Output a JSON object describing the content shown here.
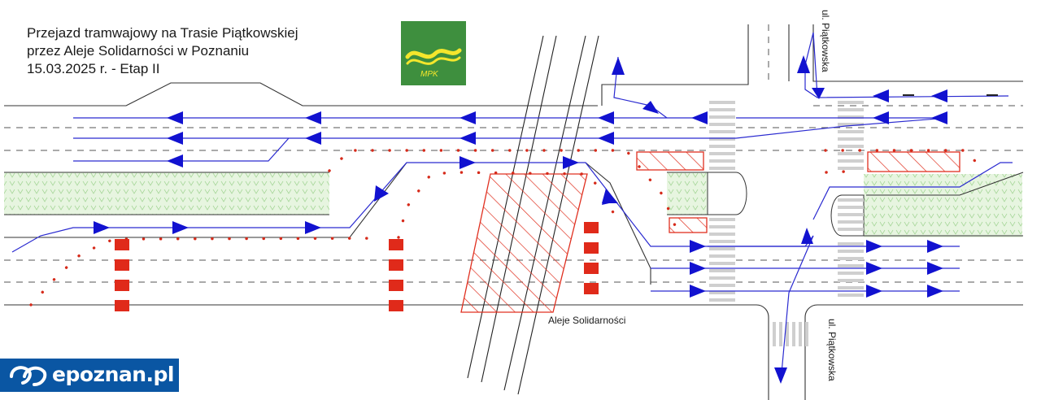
{
  "title": {
    "line1": "Przejazd tramwajowy na Trasie Piątkowskiej",
    "line2": "przez Aleje Solidarności w Poznaniu",
    "line3": "15.03.2025 r. - Etap II"
  },
  "labels": {
    "aleje": "Aleje Solidarności",
    "piatkowska_north": "ul. Piątkowska",
    "piatkowska_south": "ul. Piątkowska"
  },
  "logos": {
    "epoznan": "epoznan.pl",
    "mpk": "MPK"
  },
  "colors": {
    "arrow": "#1010c8",
    "road_line": "#333333",
    "closure": "#e03020",
    "green_area": "#dff3d6",
    "mpk_green": "#3e8f3e",
    "mpk_yellow": "#f4e62c",
    "epoznan_blue": "#0a56a3"
  },
  "icons": [
    "flow-arrow-icon",
    "epoznan-logo-icon",
    "mpk-logo-icon"
  ]
}
